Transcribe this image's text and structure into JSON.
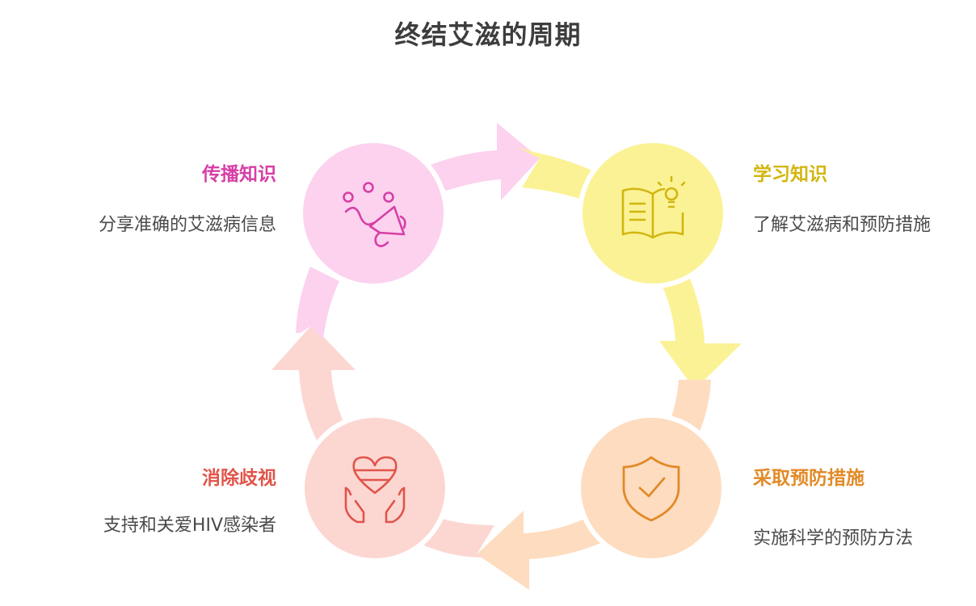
{
  "title": "终结艾滋的周期",
  "colors": {
    "pink_text": "#d63fa6",
    "yellow_text": "#d2b611",
    "orange_text": "#e28a27",
    "red_text": "#e1544a",
    "pink_fill": "#fcd2ee",
    "yellow_fill": "#fbf295",
    "orange_fill": "#fddcc0",
    "red_fill": "#fcd7d2"
  },
  "steps": [
    {
      "title": "传播知识",
      "description": "分享准确的艾滋病信息",
      "icon": "megaphone-icon"
    },
    {
      "title": "学习知识",
      "description": "了解艾滋病和预防措施",
      "icon": "book-lightbulb-icon"
    },
    {
      "title": "采取预防措施",
      "description": "实施科学的预防方法",
      "icon": "shield-check-icon"
    },
    {
      "title": "消除歧视",
      "description": "支持和关爱HIV感染者",
      "icon": "hands-heart-icon"
    }
  ]
}
